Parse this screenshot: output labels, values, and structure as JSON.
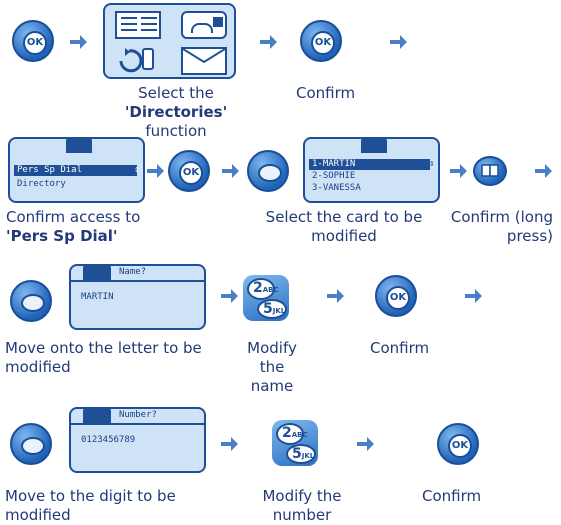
{
  "row1": {
    "ok_label": "OK",
    "caption_select_line1": "Select the",
    "caption_select_bold": "'Directories'",
    "caption_select_rest": " function",
    "caption_confirm": "Confirm"
  },
  "row2": {
    "screen1_lines": [
      "Pers Sp Dial",
      "Directory"
    ],
    "screen2_lines": [
      "1-MARTIN",
      "2-SOPHIE",
      "3-VANESSA"
    ],
    "caption_confirm_access_line1": "Confirm access to",
    "caption_confirm_access_bold": "'Pers Sp Dial'",
    "caption_select_card_line1": "Select the card to be",
    "caption_select_card_line2": "modified",
    "caption_confirm_long_line1": "Confirm (long",
    "caption_confirm_long_line2": "press)"
  },
  "row3": {
    "screen_header": "Name?",
    "screen_value": "MARTIN",
    "caption_move_line1": "Move onto the letter to be",
    "caption_move_line2": "modified",
    "caption_modify_line1": "Modify",
    "caption_modify_line2": "the",
    "caption_modify_line3": "name",
    "caption_confirm": "Confirm",
    "key_top": "2",
    "key_top_sub": "ABC",
    "key_bottom": "5",
    "key_bottom_sub": "JKL"
  },
  "row4": {
    "screen_header": "Number?",
    "screen_value": "0123456789",
    "caption_move_line1": "Move to the digit to be",
    "caption_move_line2": "modified",
    "caption_modify_line1": "Modify the",
    "caption_modify_line2": "number",
    "caption_confirm": "Confirm",
    "key_top": "2",
    "key_top_sub": "ABC",
    "key_bottom": "5",
    "key_bottom_sub": "JKL"
  }
}
